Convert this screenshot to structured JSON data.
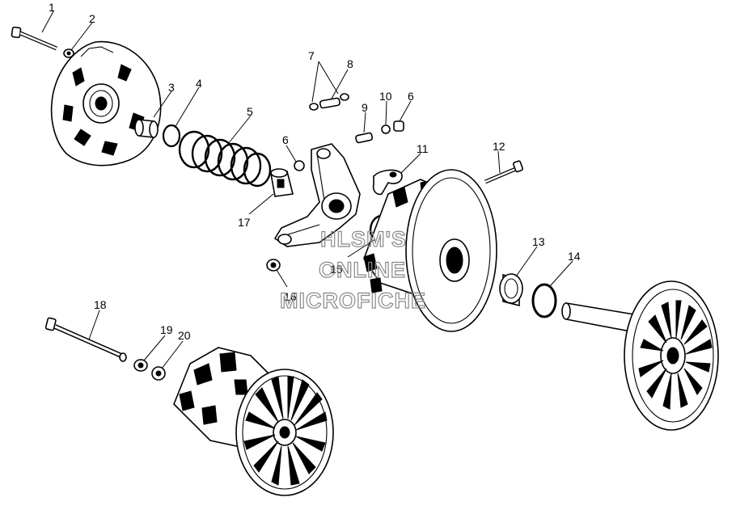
{
  "callouts": [
    "1",
    "2",
    "3",
    "4",
    "5",
    "6",
    "7",
    "8",
    "9",
    "10",
    "6",
    "11",
    "12",
    "13",
    "14",
    "15",
    "16",
    "17",
    "18",
    "19",
    "20"
  ],
  "watermark": {
    "line1": "HLSM'S",
    "line2": "ONLINE",
    "line3": "MICROFICHE"
  },
  "colors": {
    "ink": "#000000",
    "paper": "#ffffff",
    "watermark": "#8a8a8a"
  }
}
